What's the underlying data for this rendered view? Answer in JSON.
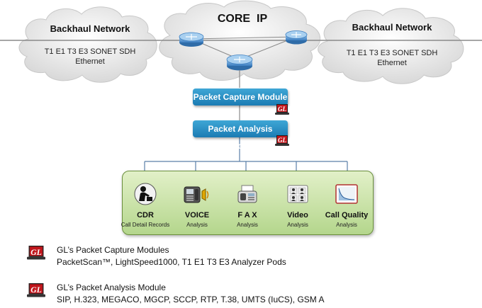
{
  "core": {
    "title": "CORE  IP"
  },
  "backhaul_left": {
    "title": "Backhaul Network",
    "line1": "T1 E1 T3 E3 SONET SDH",
    "line2": "Ethernet"
  },
  "backhaul_right": {
    "title": "Backhaul Network",
    "line1": "T1 E1 T3 E3 SONET SDH",
    "line2": "Ethernet"
  },
  "modules": {
    "capture": "Packet Capture Module",
    "analysis": "Packet Analysis Module"
  },
  "badge_text": "GL",
  "applications": [
    {
      "label": "CDR",
      "sublabel": "Call Detail Records",
      "icon": "cdr-user-icon"
    },
    {
      "label": "VOICE",
      "sublabel": "Analysis",
      "icon": "phone-speaker-icon"
    },
    {
      "label": "F A X",
      "sublabel": "Analysis",
      "icon": "fax-icon"
    },
    {
      "label": "Video",
      "sublabel": "Analysis",
      "icon": "video-people-icon"
    },
    {
      "label": "Call Quality",
      "sublabel": "Analysis",
      "icon": "quality-chart-icon"
    }
  ],
  "legend": [
    {
      "title": "GL’s Packet Capture Modules",
      "description": "PacketScan™, LightSpeed1000, T1 E1  T3 E3 Analyzer Pods"
    },
    {
      "title": "GL’s Packet Analysis Module",
      "description": "SIP, H.323, MEGACO, MGCP, SCCP, RTP, T.38, UMTS (IuCS), GSM A"
    }
  ],
  "colors": {
    "module": "#1b7bb3",
    "app_panel": "#c6e2a2",
    "badge": "#c0151b",
    "cloud": "#e6e6e6"
  }
}
